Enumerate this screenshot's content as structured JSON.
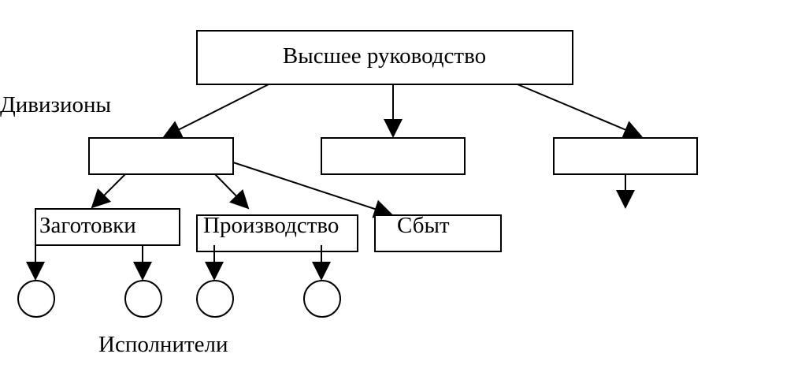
{
  "diagram": {
    "top_box_label": "Высшее руководство",
    "divisions_label": "Дивизионы",
    "executors_label": "Исполнители",
    "boxes": {
      "zagotovki": "Заготовки",
      "proizvodstvo": "Производство",
      "sbyt": "Сбыт"
    }
  }
}
